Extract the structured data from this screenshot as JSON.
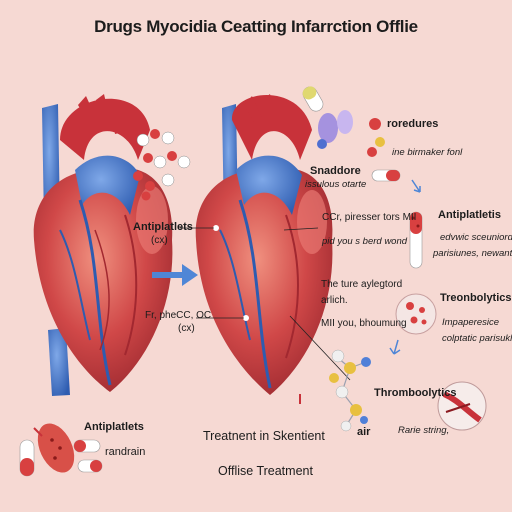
{
  "title": "Drugs Myocidia Ceatting Infarrction Offlie",
  "labels": {
    "antiplatelets_mid": "Antiplatlets",
    "antiplatelets_mid_sub": "(cx)",
    "fr_label": "Fr, pheCC, OC",
    "fr_sub": "(cx)",
    "snadore": "Snaddore",
    "snadore_sub": "issulous otarte",
    "fore_title": "roredures",
    "fore_sub": "ine birmaker fonl",
    "ccr_line1": "CCr, piresser tors MII",
    "ccr_line2": "pid you s berd wond",
    "anti_right_title": "Antiplatletis",
    "anti_right_line1": "edvwic sceuniord",
    "anti_right_line2": "parisiunes, newants)",
    "ture_line1": "The ture aylegtord",
    "ture_line2": "arlich.",
    "ture_line3": "MII you, bhoumung",
    "trenbo_title": "Treonbolytics",
    "trenbo_line1": "Impaperesice",
    "trenbo_line2": "colptatic parisukl",
    "thrombo_title": "Thromboolytics",
    "thrombo_sub": "Rarie string,",
    "air": "air",
    "anti_bottom": "Antiplatlets",
    "randrain": "randrain",
    "treatment": "Treatnent in Skentient",
    "offline_treatment": "Offlise Treatment"
  },
  "colors": {
    "background": "#f6d9d3",
    "heart_red": "#c8323a",
    "heart_blue": "#3f72c8",
    "arrow_blue": "#4f86d6"
  }
}
